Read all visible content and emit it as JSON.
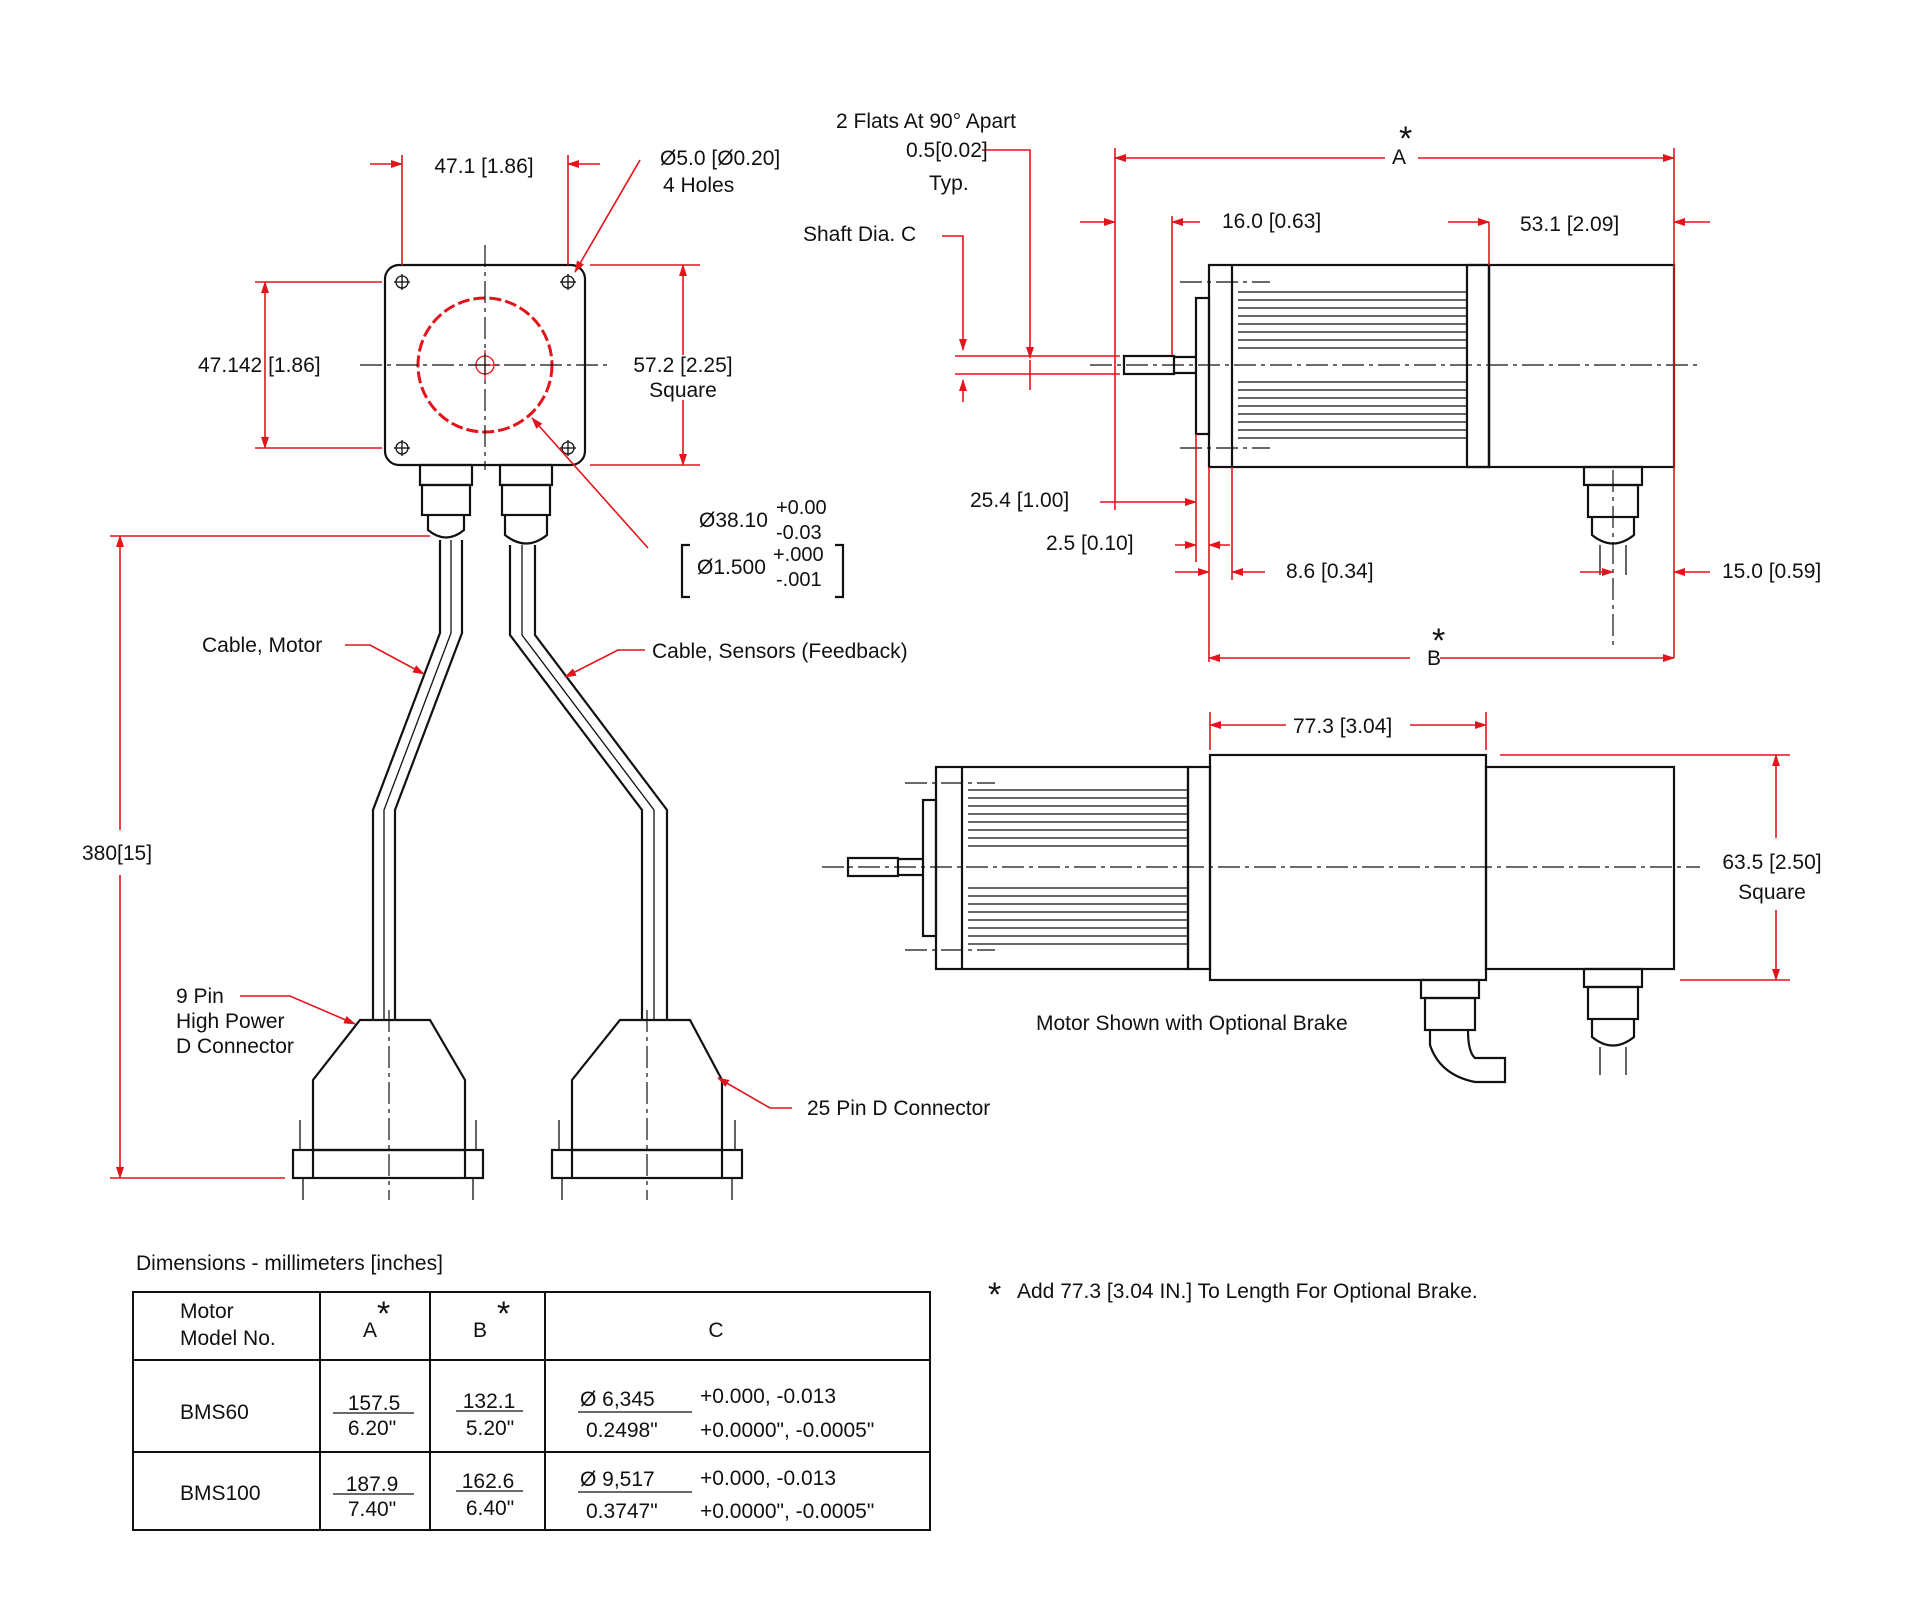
{
  "top_view": {
    "mount_spacing_top": "47.1 [1.86]",
    "hole_callout_line1": "Ø5.0 [Ø0.20]",
    "hole_callout_line2": "4 Holes",
    "mount_spacing_left": "47.142 [1.86]",
    "square_dim_line1": "57.2 [2.25]",
    "square_dim_line2": "Square",
    "pilot_dia_mm": "Ø38.10",
    "pilot_tol_mm_plus": "+0.00",
    "pilot_tol_mm_minus": "-0.03",
    "pilot_dia_in": "Ø1.500",
    "pilot_tol_in_plus": "+.000",
    "pilot_tol_in_minus": "-.001",
    "cable_length": "380[15]",
    "cable_motor": "Cable, Motor",
    "cable_sensors": "Cable, Sensors (Feedback)",
    "connector_9pin_line1": "9 Pin",
    "connector_9pin_line2": "High Power",
    "connector_9pin_line3": "D Connector",
    "connector_25pin": "25 Pin D Connector"
  },
  "side_view": {
    "flats_line1": "2 Flats At 90° Apart",
    "flats_line2": "0.5[0.02]",
    "flats_line3": "Typ.",
    "shaft_dia": "Shaft Dia.  C",
    "dim_a": "A",
    "dim_b": "B",
    "star": "*",
    "dim_16": "16.0 [0.63]",
    "dim_53": "53.1 [2.09]",
    "dim_25": "25.4 [1.00]",
    "dim_2_5": "2.5 [0.10]",
    "dim_8_6": "8.6 [0.34]",
    "dim_15": "15.0 [0.59]"
  },
  "brake_view": {
    "dim_77": "77.3 [3.04]",
    "dim_63_line1": "63.5 [2.50]",
    "dim_63_line2": "Square",
    "caption": "Motor Shown with Optional Brake"
  },
  "table": {
    "caption": "Dimensions - millimeters [inches]",
    "header": {
      "model_line1": "Motor",
      "model_line2": "Model No.",
      "a": "A",
      "b": "B",
      "c": "C",
      "star": "*"
    },
    "rows": [
      {
        "model": "BMS60",
        "a_mm": "157.5",
        "a_in": "6.20\"",
        "b_mm": "132.1",
        "b_in": "5.20\"",
        "c_mm": "Ø 6,345",
        "c_in": "0.2498\"",
        "c_tol_mm": "+0.000, -0.013",
        "c_tol_in": "+0.0000\", -0.0005\""
      },
      {
        "model": "BMS100",
        "a_mm": "187.9",
        "a_in": "7.40\"",
        "b_mm": "162.6",
        "b_in": "6.40\"",
        "c_mm": "Ø 9,517",
        "c_in": "0.3747\"",
        "c_tol_mm": "+0.000, -0.013",
        "c_tol_in": "+0.0000\", -0.0005\""
      }
    ]
  },
  "note": {
    "star": "*",
    "text": "Add  77.3 [3.04 IN.] To Length For Optional Brake."
  },
  "colors": {
    "dimension": "#e3141b",
    "outline": "#111111"
  }
}
